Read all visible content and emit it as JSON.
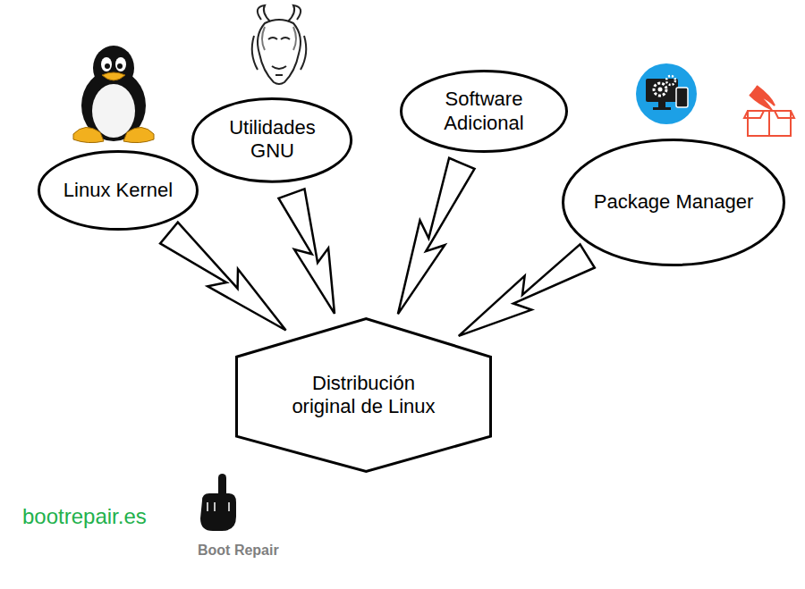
{
  "diagram": {
    "nodes": [
      {
        "text": [
          "Linux Kernel"
        ]
      },
      {
        "text": [
          "Utilidades GNU"
        ]
      },
      {
        "text": [
          "Software Adicional"
        ]
      },
      {
        "text": [
          "Package Manager"
        ]
      },
      {
        "text": [
          "Distribución original de Linux"
        ]
      }
    ],
    "edges": [
      {
        "from": 0,
        "to": 4,
        "arrow": "none"
      },
      {
        "from": 1,
        "to": 4,
        "arrow": "none"
      },
      {
        "from": 2,
        "to": 4,
        "arrow": "none"
      },
      {
        "from": 3,
        "to": 4,
        "arrow": "none"
      }
    ],
    "labels": [
      "bootrepair.es",
      "Boot Repair"
    ]
  }
}
